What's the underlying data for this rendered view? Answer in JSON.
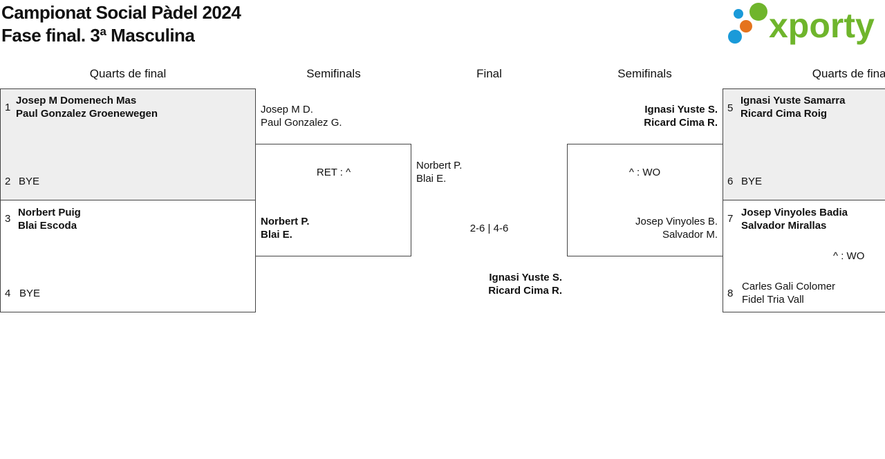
{
  "header": {
    "title_line1": "Campionat Social Pàdel 2024",
    "title_line2": "Fase final. 3ª Masculina"
  },
  "logo": {
    "text": "xporty",
    "brand_color": "#6fb52c",
    "dot_colors": [
      "#1a9ad9",
      "#6fb52c",
      "#e5731d",
      "#1a9ad9"
    ]
  },
  "rounds": {
    "left_qf": "Quarts de final",
    "left_sf": "Semifinals",
    "final": "Final",
    "right_sf": "Semifinals",
    "right_qf": "Quarts de final"
  },
  "quarterfinals": {
    "s1": {
      "seed": "1",
      "p1": "Josep M Domenech Mas",
      "p2": "Paul Gonzalez Groenewegen"
    },
    "s2": {
      "seed": "2",
      "p1": "BYE"
    },
    "s3": {
      "seed": "3",
      "p1": "Norbert Puig",
      "p2": "Blai Escoda"
    },
    "s4": {
      "seed": "4",
      "p1": "BYE"
    },
    "s5": {
      "seed": "5",
      "p1": "Ignasi Yuste Samarra",
      "p2": "Ricard Cima Roig"
    },
    "s6": {
      "seed": "6",
      "p1": "BYE"
    },
    "s7": {
      "seed": "7",
      "p1": "Josep Vinyoles Badia",
      "p2": "Salvador Mirallas"
    },
    "s8": {
      "seed": "8",
      "p1": "Carles Gali Colomer",
      "p2": "Fidel Tria Vall"
    },
    "right_bottom_score": "^ : WO"
  },
  "semifinals": {
    "left": {
      "top_p1": "Josep M D.",
      "top_p2": "Paul Gonzalez G.",
      "score": "RET : ^",
      "bottom_p1": "Norbert P.",
      "bottom_p2": "Blai E."
    },
    "right": {
      "top_p1": "Ignasi Yuste S.",
      "top_p2": "Ricard Cima R.",
      "score": "^ : WO",
      "bottom_p1": "Josep Vinyoles B.",
      "bottom_p2": "Salvador M."
    }
  },
  "final": {
    "left_p1": "Norbert P.",
    "left_p2": "Blai E.",
    "score": "2-6 | 4-6",
    "winner_p1": "Ignasi Yuste S.",
    "winner_p2": "Ricard Cima R."
  }
}
